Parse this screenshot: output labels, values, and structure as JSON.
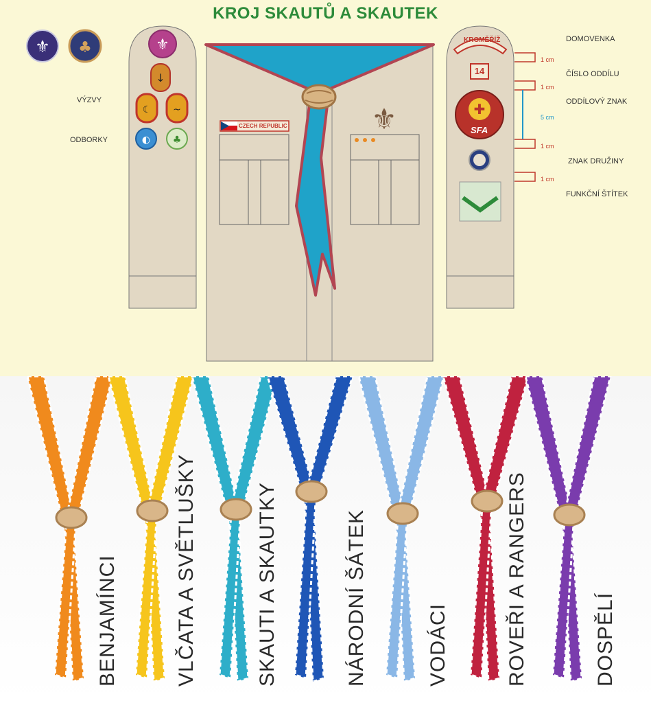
{
  "title": "KROJ SKAUTŮ A SKAUTEK",
  "left_labels": {
    "vyzvy": "VÝZVY",
    "odborky": "ODBORKY"
  },
  "right_labels": {
    "domovenka": "DOMOVENKA",
    "cislo_oddilu": "ČÍSLO ODDÍLU",
    "oddilovy_znak": "ODDÍLOVÝ ZNAK",
    "znak_druziny": "ZNAK DRUŽINY",
    "funkcni_stitek": "FUNKČNÍ ŠTÍTEK"
  },
  "measurements": {
    "m1": "1 cm",
    "m2": "1 cm",
    "m5": "5 cm",
    "m3": "1 cm",
    "m4": "1 cm"
  },
  "badges": {
    "flag_text": "CZECH REPUBLIC",
    "home_town": "KROMĚŘÍŽ",
    "troop_number": "14",
    "troop_badge": "SFA"
  },
  "colors": {
    "background_top": "#fbf8d6",
    "shirt": "#e2d8c4",
    "scarf": "#1fa3c9",
    "scarf_border": "#b24552",
    "title": "#2d8b3a"
  },
  "neckerchiefs": [
    {
      "label": "BENJAMÍNCI",
      "color": "#f08a1d"
    },
    {
      "label": "VLČATA  A SVĚTLUŠKY",
      "color": "#f6c51c"
    },
    {
      "label": "SKAUTI A SKAUTKY",
      "color": "#2eaec9"
    },
    {
      "label": "NÁRODNÍ ŠÁTEK",
      "color": "#1f56b6"
    },
    {
      "label": "VODÁCI",
      "color": "#8ab7e6"
    },
    {
      "label": "ROVEŘI A RANGERS",
      "color": "#c0223f"
    },
    {
      "label": "DOSPĚLÍ",
      "color": "#7a3cad"
    }
  ]
}
